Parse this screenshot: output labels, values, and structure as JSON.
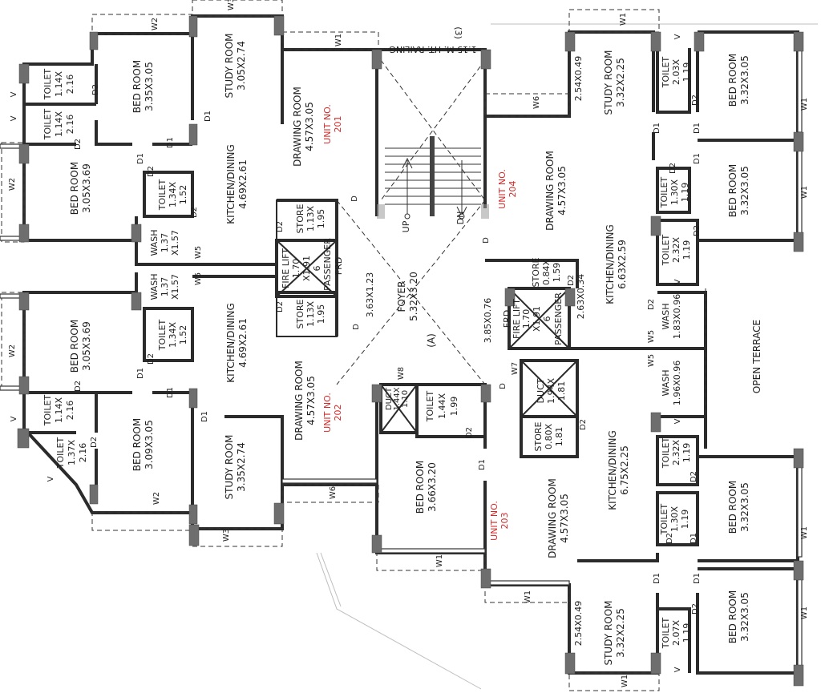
{
  "rooms": {
    "u201_bed1": "BED ROOM",
    "u201_bed1_dim": "3.35X3.05",
    "u201_study": "STUDY ROOM",
    "u201_study_dim": "3.05X2.74",
    "u201_draw": "DRAWING ROOM",
    "u201_draw_dim": "4.57X3.05",
    "u201_kit": "KITCHEN/DINING",
    "u201_kit_dim": "4.69X2.61",
    "u201_bed2": "BED ROOM",
    "u201_bed2_dim": "3.05X3.69",
    "u201_t1a": "TOILET",
    "u201_t1b": "1.14X",
    "u201_t1c": "2.16",
    "u201_t2a": "TOILET",
    "u201_t2b": "1.14X",
    "u201_t2c": "2.16",
    "u201_t3a": "TOILET",
    "u201_t3b": "1.34X",
    "u201_t3c": "1.52",
    "u201_wash": "WASH",
    "u201_washb": "1.37",
    "u201_washc": "X1.57",
    "u201_store": "STORE",
    "u201_storeb": "1.13X",
    "u201_storec": "1.95",
    "u202_bed1": "BED ROOM",
    "u202_bed1_dim": "3.05X3.69",
    "u202_kit": "KITCHEN/DINING",
    "u202_kit_dim": "4.69X2.61",
    "u202_draw": "DRAWING ROOM",
    "u202_draw_dim": "4.57X3.05",
    "u202_study": "STUDY ROOM",
    "u202_study_dim": "3.35X2.74",
    "u202_bed2": "BED ROOM",
    "u202_bed2_dim": "3.09X3.05",
    "u202_t1a": "TOILET",
    "u202_t1b": "1.14X",
    "u202_t1c": "2.16",
    "u202_t2a": "TOILET",
    "u202_t2b": "1.37X",
    "u202_t2c": "2.16",
    "u202_t3a": "TOILET",
    "u202_t3b": "1.34X",
    "u202_t3c": "1.52",
    "u202_wash": "WASH",
    "u202_washb": "1.37",
    "u202_washc": "X1.57",
    "u202_store": "STORE",
    "u202_storeb": "1.13X",
    "u202_storec": "1.95",
    "u203_bed": "BED ROOM",
    "u203_bed_dim": "3.66X3.20",
    "u203_draw": "DRAWING ROOM",
    "u203_draw_dim": "4.57X3.05",
    "u203_kit": "KITCHEN/DINING",
    "u203_kit_dim": "6.75X2.25",
    "u203_t1a": "TOILET",
    "u203_t1b": "1.44X",
    "u203_t1c": "1.99",
    "u203_store": "STORE",
    "u203_storeb": "0.80X",
    "u203_storec": "1.81",
    "u203_duct": "DUCT",
    "u203_ductb": "1.94X",
    "u203_ductc": "1.81",
    "u203_study": "STUDY ROOM",
    "u203_study_dim": "3.32X2.25",
    "u203_bed2": "BED ROOM",
    "u203_bed2_dim": "3.32X3.05",
    "u203_bed3": "BED ROOM",
    "u203_bed3_dim": "3.32X3.05",
    "u203_t2a": "TOILET",
    "u203_t2b": "2.07X",
    "u203_t2c": "1.19",
    "u203_t3a": "TOILET",
    "u203_t3b": "1.30X",
    "u203_t3c": "1.19",
    "u203_t4a": "TOILET",
    "u203_t4b": "2.32X",
    "u203_t4c": "1.19",
    "u203_wash": "WASH",
    "u203_washb": "1.96X0.96",
    "u203_bal": "2.54X0.49",
    "u204_study": "STUDY ROOM",
    "u204_study_dim": "3.32X2.25",
    "u204_bal": "2.54X0.49",
    "u204_draw": "DRAWING ROOM",
    "u204_draw_dim": "4.57X3.05",
    "u204_kit": "KITCHEN/DINING",
    "u204_kit_dim": "6.63X2.59",
    "u204_bed1": "BED ROOM",
    "u204_bed1_dim": "3.32X3.05",
    "u204_bed2": "BED ROOM",
    "u204_bed2_dim": "3.32X3.05",
    "u204_t1a": "TOILET",
    "u204_t1b": "2.03X",
    "u204_t1c": "1.19",
    "u204_t2a": "TOILET",
    "u204_t2b": "1.30X",
    "u204_t2c": "1.19",
    "u204_t3a": "TOILET",
    "u204_t3b": "2.32X",
    "u204_t3c": "1.19",
    "u204_wash": "WASH",
    "u204_washb": "1.83X0.96",
    "u204_store": "STORE",
    "u204_storeb": "0.84X",
    "u204_storec": "1.59",
    "u204_pass": "2.63X0.34",
    "u201_duct": "DUCT",
    "u201_ductb": "1.44X",
    "u201_ductc": "1.10"
  },
  "units": {
    "u201a": "UNIT NO.",
    "u201b": "201",
    "u202a": "UNIT NO.",
    "u202b": "202",
    "u203a": "UNIT NO.",
    "u203b": "203",
    "u204a": "UNIT NO.",
    "u204b": "204"
  },
  "core": {
    "foyer": "FOYER",
    "foyer_dim": "5.32X3.20",
    "foyer_tag": "(A)",
    "lobby1_dim": "3.63X1.23",
    "lobby2_dim": "3.85X0.76",
    "lift1a": "FIRE LIFT",
    "lift1b": "1.70",
    "lift1c": "X1.91",
    "lift1d": "6",
    "lift1e": "PASSENGER",
    "lift1f": "FRD",
    "lift2a": "FRD",
    "lift2b": "FIRE LIFT",
    "lift2c": "1.70",
    "lift2d": "X1.91",
    "lift2e": "6",
    "lift2f": "PASSENGER",
    "stair_up": "UP",
    "stair_dn": "DN",
    "railing": "1.15 M. HT. RAILING",
    "railing_tag": "(3)",
    "terrace": "OPEN TERRACE"
  },
  "marks": {
    "w1": "W1",
    "w2": "W2",
    "w3": "W3",
    "w5": "W5",
    "w6": "W6",
    "w7": "W7",
    "w8": "W8",
    "d": "D",
    "d1": "D1",
    "d2": "D2",
    "v": "V"
  }
}
